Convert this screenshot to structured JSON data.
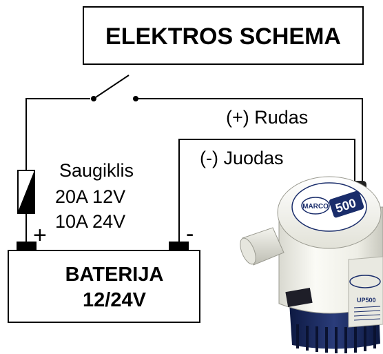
{
  "title": "ELEKTROS SCHEMA",
  "wires": {
    "positive_label": "(+) Rudas",
    "negative_label": "(-) Juodas"
  },
  "fuse": {
    "label": "Saugiklis",
    "rating_12v": "20A 12V",
    "rating_24v": "10A 24V"
  },
  "battery": {
    "label": "BATERIJA",
    "voltage": "12/24V",
    "plus_sign": "+",
    "minus_sign": "-"
  },
  "pump": {
    "brand": "MARCO",
    "model_badge": "500",
    "model_code": "UP500"
  }
}
